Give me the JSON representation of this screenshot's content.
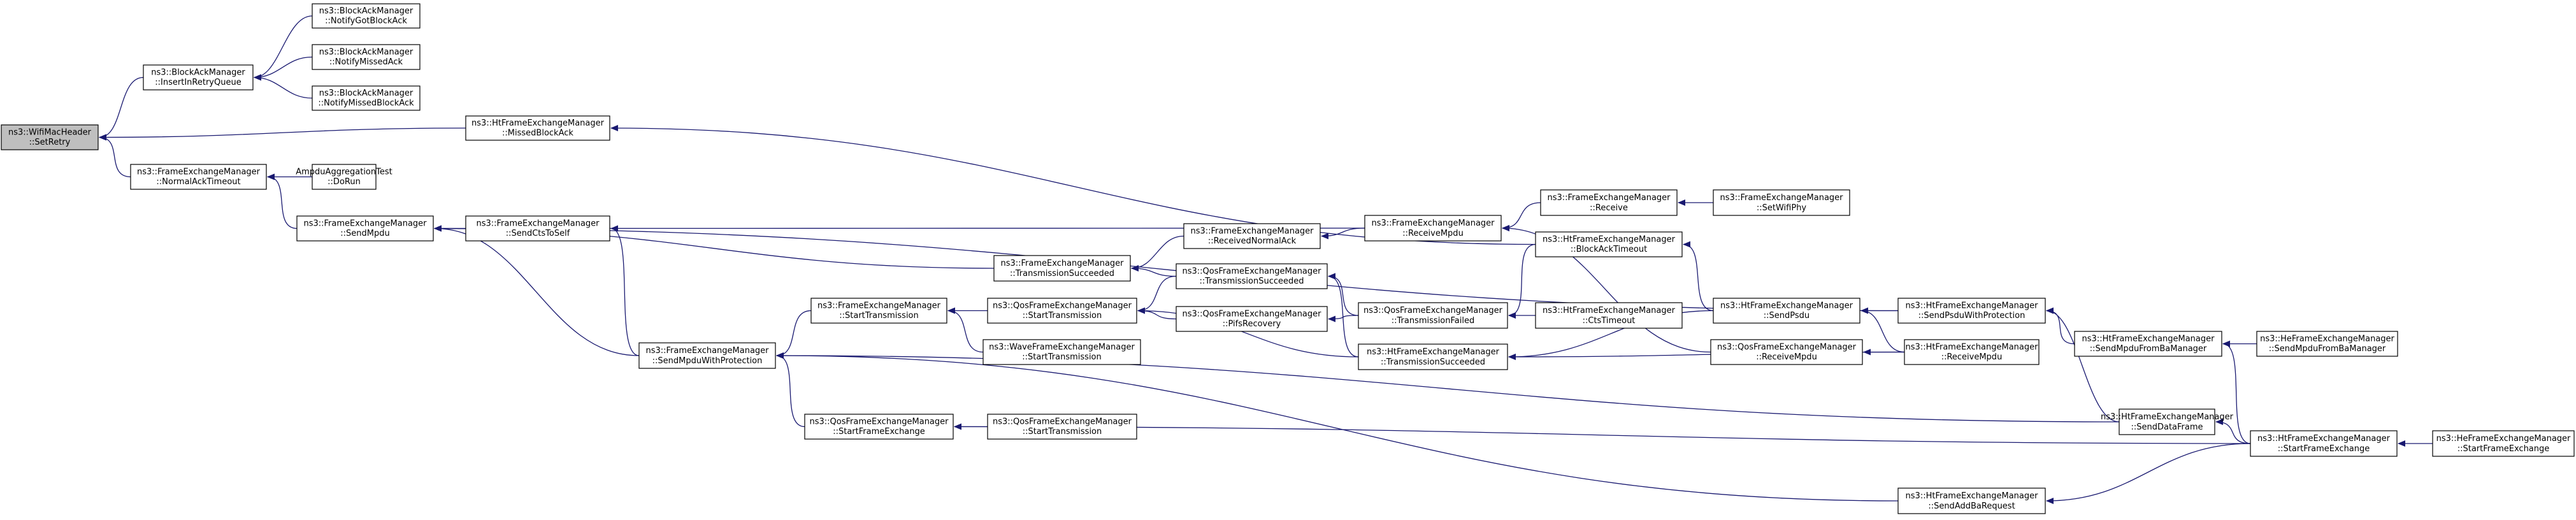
{
  "diagram": {
    "type": "doxygen-caller-graph",
    "edge_color": "#191970",
    "root_fill": "#bfbfbf",
    "nodes": [
      {
        "id": "root",
        "lines": [
          "ns3::WifiMacHeader",
          "::SetRetry"
        ],
        "root": true
      },
      {
        "id": "bam_insert",
        "lines": [
          "ns3::BlockAckManager",
          "::InsertInRetryQueue"
        ]
      },
      {
        "id": "bam_notifygot",
        "lines": [
          "ns3::BlockAckManager",
          "::NotifyGotBlockAck"
        ]
      },
      {
        "id": "bam_notifymissedack",
        "lines": [
          "ns3::BlockAckManager",
          "::NotifyMissedAck"
        ]
      },
      {
        "id": "bam_notifymissedblock",
        "lines": [
          "ns3::BlockAckManager",
          "::NotifyMissedBlockAck"
        ]
      },
      {
        "id": "ht_missedblock",
        "lines": [
          "ns3::HtFrameExchangeManager",
          "::MissedBlockAck"
        ]
      },
      {
        "id": "fem_normalack",
        "lines": [
          "ns3::FrameExchangeManager",
          "::NormalAckTimeout"
        ]
      },
      {
        "id": "ampdu_test",
        "lines": [
          "AmpduAggregationTest",
          "::DoRun"
        ]
      },
      {
        "id": "fem_sendmpdu",
        "lines": [
          "ns3::FrameExchangeManager",
          "::SendMpdu"
        ]
      },
      {
        "id": "fem_sendctstoself",
        "lines": [
          "ns3::FrameExchangeManager",
          "::SendCtsToSelf"
        ]
      },
      {
        "id": "fem_sendmpdu_prot",
        "lines": [
          "ns3::FrameExchangeManager",
          "::SendMpduWithProtection"
        ]
      },
      {
        "id": "fem_starttx",
        "lines": [
          "ns3::FrameExchangeManager",
          "::StartTransmission"
        ]
      },
      {
        "id": "fem_txsucc",
        "lines": [
          "ns3::FrameExchangeManager",
          "::TransmissionSucceeded"
        ]
      },
      {
        "id": "qos_starttx",
        "lines": [
          "ns3::QosFrameExchangeManager",
          "::StartTransmission"
        ]
      },
      {
        "id": "wave_starttx",
        "lines": [
          "ns3::WaveFrameExchangeManager",
          "::StartTransmission"
        ]
      },
      {
        "id": "qos_startfe",
        "lines": [
          "ns3::QosFrameExchangeManager",
          "::StartFrameExchange"
        ]
      },
      {
        "id": "qos_starttx2",
        "lines": [
          "ns3::QosFrameExchangeManager",
          "::StartTransmission"
        ]
      },
      {
        "id": "fem_recvnormalack",
        "lines": [
          "ns3::FrameExchangeManager",
          "::ReceivedNormalAck"
        ]
      },
      {
        "id": "qos_txsucc",
        "lines": [
          "ns3::QosFrameExchangeManager",
          "::TransmissionSucceeded"
        ]
      },
      {
        "id": "qos_pifs",
        "lines": [
          "ns3::QosFrameExchangeManager",
          "::PifsRecovery"
        ]
      },
      {
        "id": "fem_recvmpdu",
        "lines": [
          "ns3::FrameExchangeManager",
          "::ReceiveMpdu"
        ]
      },
      {
        "id": "qos_txfailed",
        "lines": [
          "ns3::QosFrameExchangeManager",
          "::TransmissionFailed"
        ]
      },
      {
        "id": "ht_txsucc",
        "lines": [
          "ns3::HtFrameExchangeManager",
          "::TransmissionSucceeded"
        ]
      },
      {
        "id": "fem_receive",
        "lines": [
          "ns3::FrameExchangeManager",
          "::Receive"
        ]
      },
      {
        "id": "fem_setwifiphy",
        "lines": [
          "ns3::FrameExchangeManager",
          "::SetWifiPhy"
        ]
      },
      {
        "id": "ht_blockacktimeout",
        "lines": [
          "ns3::HtFrameExchangeManager",
          "::BlockAckTimeout"
        ]
      },
      {
        "id": "ht_ctstimeout",
        "lines": [
          "ns3::HtFrameExchangeManager",
          "::CtsTimeout"
        ]
      },
      {
        "id": "ht_sendpsdu",
        "lines": [
          "ns3::HtFrameExchangeManager",
          "::SendPsdu"
        ]
      },
      {
        "id": "qos_recvmpdu",
        "lines": [
          "ns3::QosFrameExchangeManager",
          "::ReceiveMpdu"
        ]
      },
      {
        "id": "ht_sendpsdu_prot",
        "lines": [
          "ns3::HtFrameExchangeManager",
          "::SendPsduWithProtection"
        ]
      },
      {
        "id": "ht_recvmpdu",
        "lines": [
          "ns3::HtFrameExchangeManager",
          "::ReceiveMpdu"
        ]
      },
      {
        "id": "ht_senddata",
        "lines": [
          "ns3::HtFrameExchangeManager",
          "::SendDataFrame"
        ]
      },
      {
        "id": "ht_sendaddba",
        "lines": [
          "ns3::HtFrameExchangeManager",
          "::SendAddBaRequest"
        ]
      },
      {
        "id": "ht_sendmpdufromba",
        "lines": [
          "ns3::HtFrameExchangeManager",
          "::SendMpduFromBaManager"
        ]
      },
      {
        "id": "he_sendmpdufromba",
        "lines": [
          "ns3::HeFrameExchangeManager",
          "::SendMpduFromBaManager"
        ]
      },
      {
        "id": "ht_startfe",
        "lines": [
          "ns3::HtFrameExchangeManager",
          "::StartFrameExchange"
        ]
      },
      {
        "id": "he_startfe",
        "lines": [
          "ns3::HeFrameExchangeManager",
          "::StartFrameExchange"
        ]
      }
    ]
  }
}
